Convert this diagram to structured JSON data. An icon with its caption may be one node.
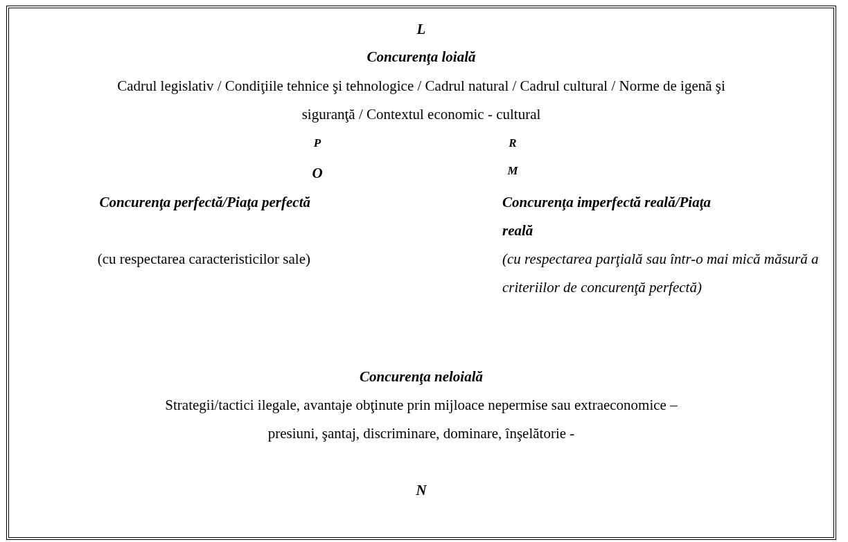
{
  "diagram": {
    "nodes": [
      {
        "text": [
          "L",
          "Concurenţa loială",
          "Cadrul legislativ / Condiţiile tehnice şi tehnologice / Cadrul natural / Cadrul cultural / Norme de igenă şi siguranţă / Contextul economic - cultural",
          "P",
          "R",
          "O",
          "M",
          "Concurenţa perfectă/Piaţa perfectă",
          "(cu respectarea caracteristicilor sale)",
          "Concurenţa imperfectă reală/Piaţa reală",
          "(cu respectarea parţială sau într-o mai mică măsură a criteriilor de concurenţă perfectă)",
          "Concurenţa neloială",
          "Strategii/tactici ilegale, avantaje obţinute prin mijloace nepermise sau extraeconomice – presiuni, şantaj, discriminare, dominare, înşelătorie -",
          "N"
        ]
      }
    ]
  }
}
